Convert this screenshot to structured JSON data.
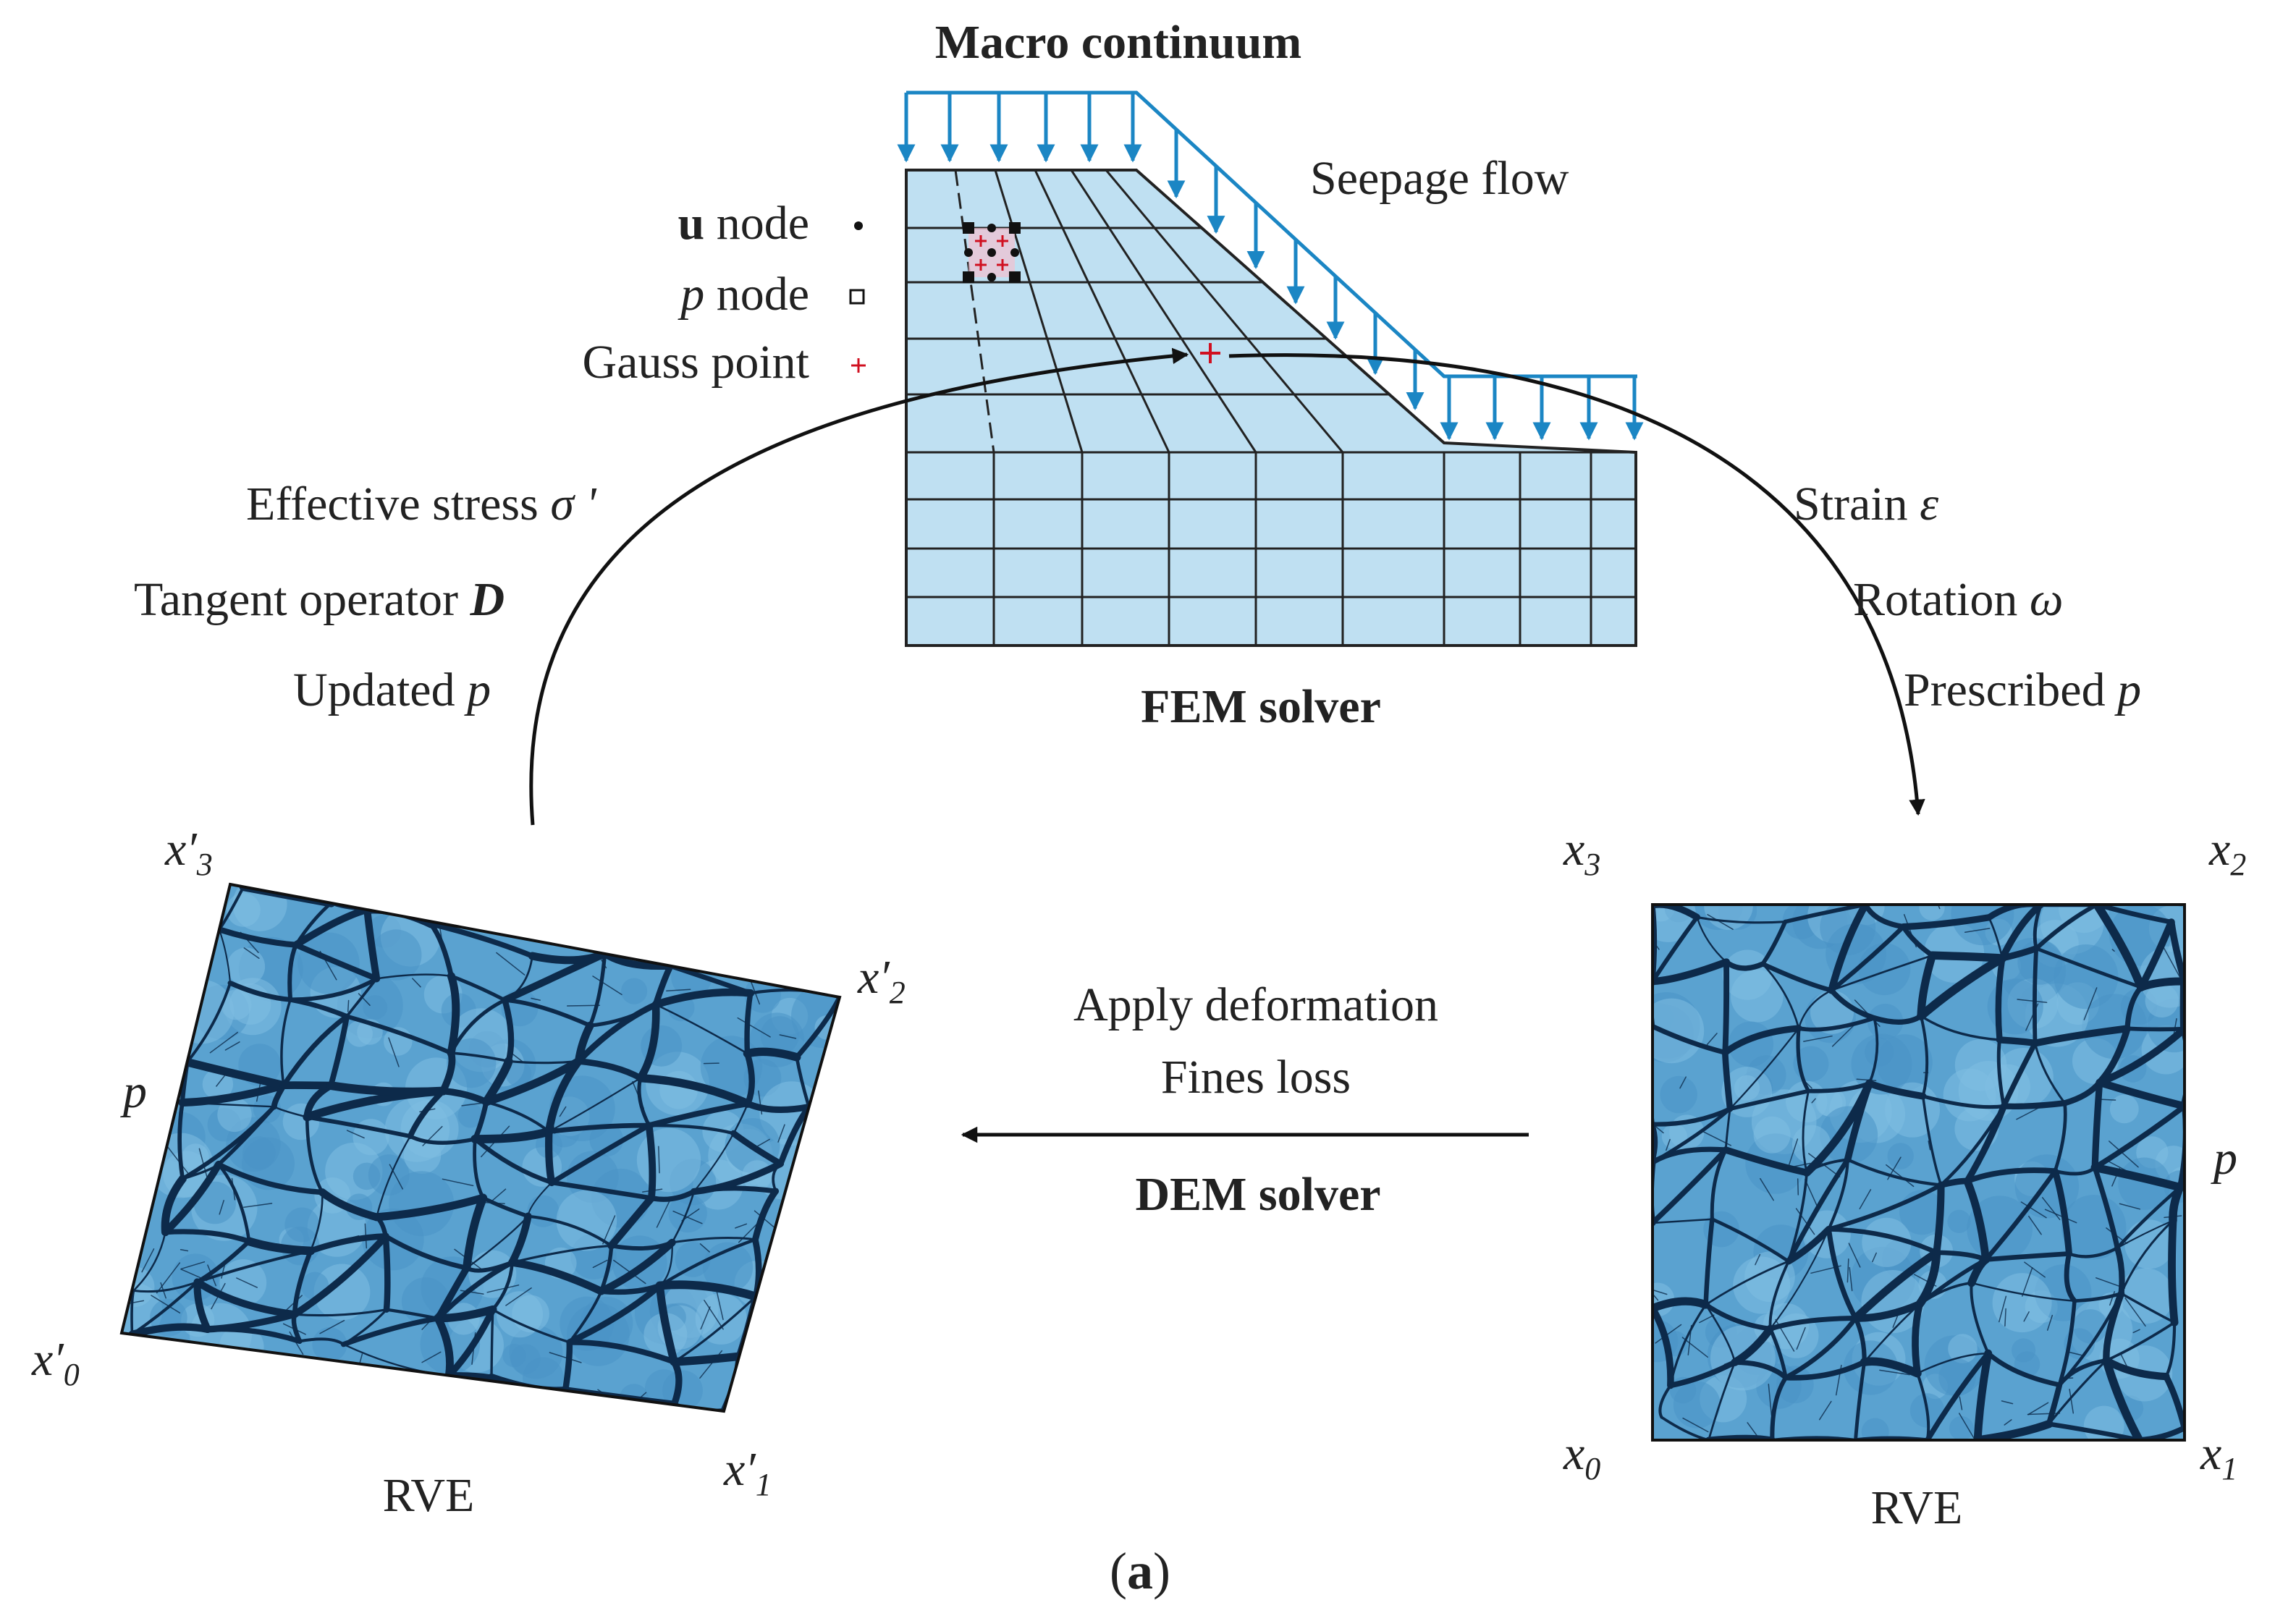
{
  "macro": {
    "title": "Macro continuum",
    "seepage_label": "Seepage flow",
    "solver_label": "FEM solver"
  },
  "legend": {
    "u_node_bold": "u",
    "u_node_rest": " node",
    "p_node_italic": "p",
    "p_node_rest": " node",
    "gauss_label": "Gauss point"
  },
  "left_arrow_labels": {
    "stress_text": "Effective stress ",
    "stress_symbol": "σ '",
    "tangent_text": "Tangent operator ",
    "tangent_symbol": "D",
    "updated_text": "Updated ",
    "updated_symbol": "p"
  },
  "right_arrow_labels": {
    "strain_text": "Strain ",
    "strain_symbol": "ε",
    "rotation_text": "Rotation ",
    "rotation_symbol": "ω",
    "prescribed_text": "Prescribed ",
    "prescribed_symbol": "p"
  },
  "middle": {
    "deformation_label": "Apply deformation",
    "fines_label": "Fines loss",
    "dem_label": "DEM solver"
  },
  "left_rve": {
    "x3": {
      "base": "x",
      "prime": "′",
      "sub": "3"
    },
    "x2": {
      "base": "x",
      "prime": "′",
      "sub": "2"
    },
    "x0": {
      "base": "x",
      "prime": "′",
      "sub": "0"
    },
    "x1": {
      "base": "x",
      "prime": "′",
      "sub": "1"
    },
    "p_label": "p",
    "rve_label": "RVE"
  },
  "right_rve": {
    "x3": {
      "base": "x",
      "sub": "3"
    },
    "x2": {
      "base": "x",
      "sub": "2"
    },
    "x0": {
      "base": "x",
      "sub": "0"
    },
    "x1": {
      "base": "x",
      "sub": "1"
    },
    "p_label": "p",
    "rve_label": "RVE"
  },
  "caption": {
    "open": "(",
    "letter": "a",
    "close": ")"
  },
  "colors": {
    "mesh_fill": "#bfe0f2",
    "mesh_line": "#222222",
    "load_arrow": "#1b86c4",
    "rve_fill": "#5aa2d0",
    "rve_network": "#0d2a4a",
    "gauss_point": "#d01020"
  }
}
